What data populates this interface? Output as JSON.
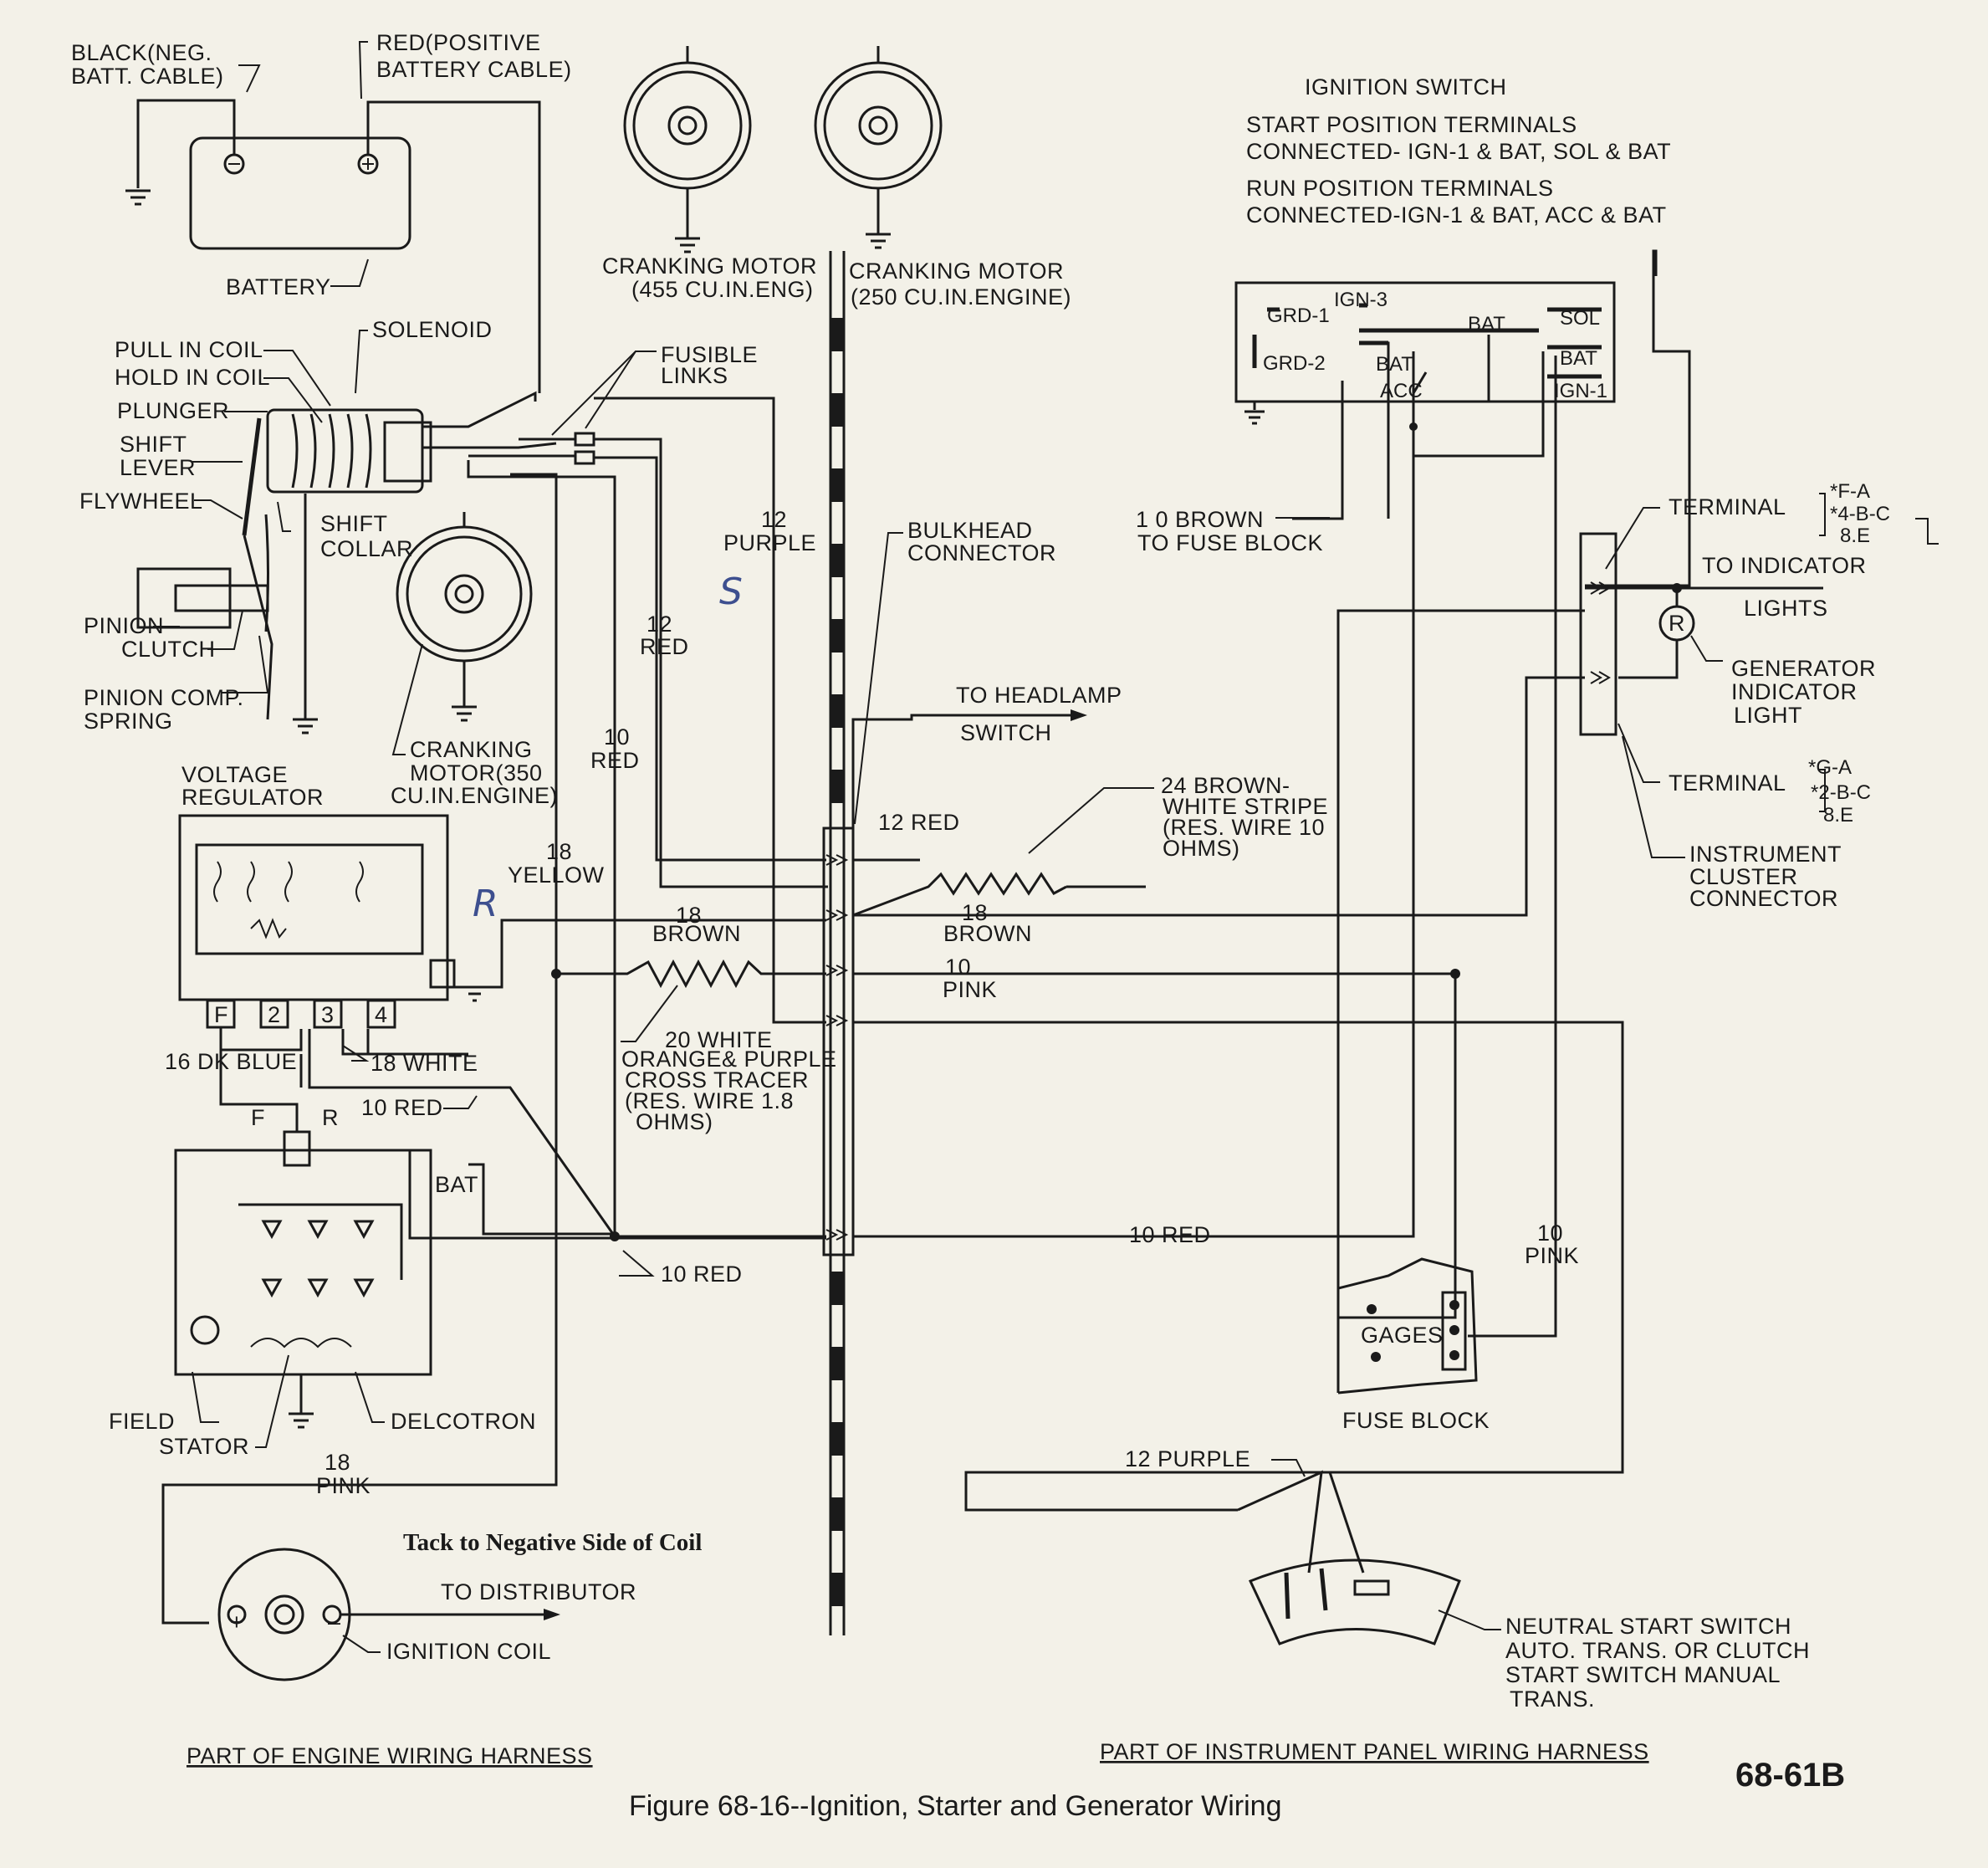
{
  "figure": {
    "caption": "Figure 68-16--Ignition, Starter and Generator Wiring",
    "code": "68-61B",
    "note": "Tack to Negative Side of Coil"
  },
  "harness": {
    "engine": "PART OF ENGINE WIRING HARNESS",
    "panel": "PART OF INSTRUMENT PANEL WIRING HARNESS"
  },
  "battery": {
    "neg_cable": [
      "BLACK(NEG.",
      "BATT. CABLE)"
    ],
    "pos_cable": [
      "RED(POSITIVE",
      "BATTERY CABLE)"
    ],
    "label": "BATTERY",
    "neg_symbol": "⊖",
    "pos_symbol": "⊕"
  },
  "starter": {
    "solenoid": "SOLENOID",
    "pull_in_coil": "PULL IN COIL",
    "hold_in_coil": "HOLD IN COIL",
    "plunger": "PLUNGER",
    "shift_lever": [
      "SHIFT",
      "LEVER"
    ],
    "flywheel": "FLYWHEEL",
    "shift_collar": [
      "SHIFT",
      "COLLAR"
    ],
    "pinion": "PINION",
    "clutch": "CLUTCH",
    "pinion_comp_spring": [
      "PINION COMP.",
      "SPRING"
    ]
  },
  "motors": {
    "m455": [
      "CRANKING MOTOR",
      "(455 CU.IN.ENG)"
    ],
    "m250": [
      "CRANKING MOTOR",
      "(250 CU.IN.ENGINE)"
    ],
    "m350": [
      "CRANKING",
      "MOTOR(350",
      "CU.IN.ENGINE)"
    ]
  },
  "fusible_links": [
    "FUSIBLE",
    "LINKS"
  ],
  "bulkhead": [
    "BULKHEAD",
    "CONNECTOR"
  ],
  "headlamp": [
    "TO HEADLAMP",
    "SWITCH"
  ],
  "ignition_switch": {
    "title": "IGNITION SWITCH",
    "start_desc": [
      "START POSITION TERMINALS",
      "CONNECTED- IGN-1 & BAT, SOL & BAT"
    ],
    "run_desc": [
      "RUN POSITION TERMINALS",
      "CONNECTED-IGN-1 & BAT, ACC & BAT"
    ],
    "terminals": {
      "grd1": "GRD-1",
      "ign3": "IGN-3",
      "grd2": "GRD-2",
      "bat_top": "BAT",
      "bat_left": "BAT",
      "acc": "ACC",
      "sol": "SOL",
      "bat_right": "BAT",
      "ign1": "IGN-1"
    }
  },
  "wires": {
    "w12_purple": [
      "12",
      "PURPLE"
    ],
    "w12_red_a": [
      "12",
      "RED"
    ],
    "w10_red_a": [
      "10",
      "RED"
    ],
    "w18_yellow": [
      "18",
      "YELLOW"
    ],
    "w12_red_b": "12 RED",
    "w18_brown_a": [
      "18",
      "BROWN"
    ],
    "w18_brown_b": [
      "18",
      "BROWN"
    ],
    "w10_pink_a": [
      "10",
      "PINK"
    ],
    "w24_brown_white": [
      "24 BROWN-",
      "WHITE STRIPE",
      "(RES. WIRE 10",
      "OHMS)"
    ],
    "w20_white": [
      "20 WHITE",
      "ORANGE& PURPLE",
      "CROSS TRACER",
      "(RES. WIRE 1.8",
      "OHMS)"
    ],
    "w10_brown": [
      "1 0  BROWN",
      "TO FUSE BLOCK"
    ],
    "w16_dk_blue": "16 DK BLUE",
    "w18_white": "18 WHITE",
    "w10_red_b": "10 RED",
    "w10_red_c": "10 RED",
    "w10_red_d": "10 RED",
    "w10_pink_b": [
      "10",
      "PINK"
    ],
    "w12_purple_b": "12  PURPLE",
    "w18_pink": [
      "18",
      "PINK"
    ]
  },
  "voltage_regulator": {
    "label": [
      "VOLTAGE",
      "REGULATOR"
    ],
    "terminals": [
      "F",
      "2",
      "3",
      "4"
    ]
  },
  "delcotron": {
    "f_r": [
      "F",
      "R"
    ],
    "bat": "BAT",
    "field": "FIELD",
    "stator": "STATOR",
    "delcotron": "DELCOTRON"
  },
  "indicator": {
    "terminal_top": "TERMINAL",
    "terminal_top_codes": [
      "*F-A",
      "*4-B-C",
      "8.E"
    ],
    "to_indicator": [
      "TO INDICATOR",
      "LIGHTS"
    ],
    "r": "R",
    "gen_light": [
      "GENERATOR",
      "INDICATOR",
      "LIGHT"
    ],
    "terminal_bottom": "TERMINAL",
    "terminal_bottom_codes": [
      "*G-A",
      "*2-B-C",
      "8.E"
    ],
    "cluster_connector": [
      "INSTRUMENT",
      "CLUSTER",
      "CONNECTOR"
    ]
  },
  "fuse_block": {
    "gages": "GAGES",
    "label": "FUSE BLOCK"
  },
  "neutral_switch": [
    "NEUTRAL  START  SWITCH",
    "AUTO. TRANS. OR CLUTCH",
    "START SWITCH MANUAL",
    "TRANS."
  ],
  "ignition_coil": {
    "to_distributor": "TO DISTRIBUTOR",
    "label": "IGNITION COIL",
    "plus": "+",
    "minus": "–"
  },
  "handwritten": {
    "s": "S",
    "r": "R"
  }
}
